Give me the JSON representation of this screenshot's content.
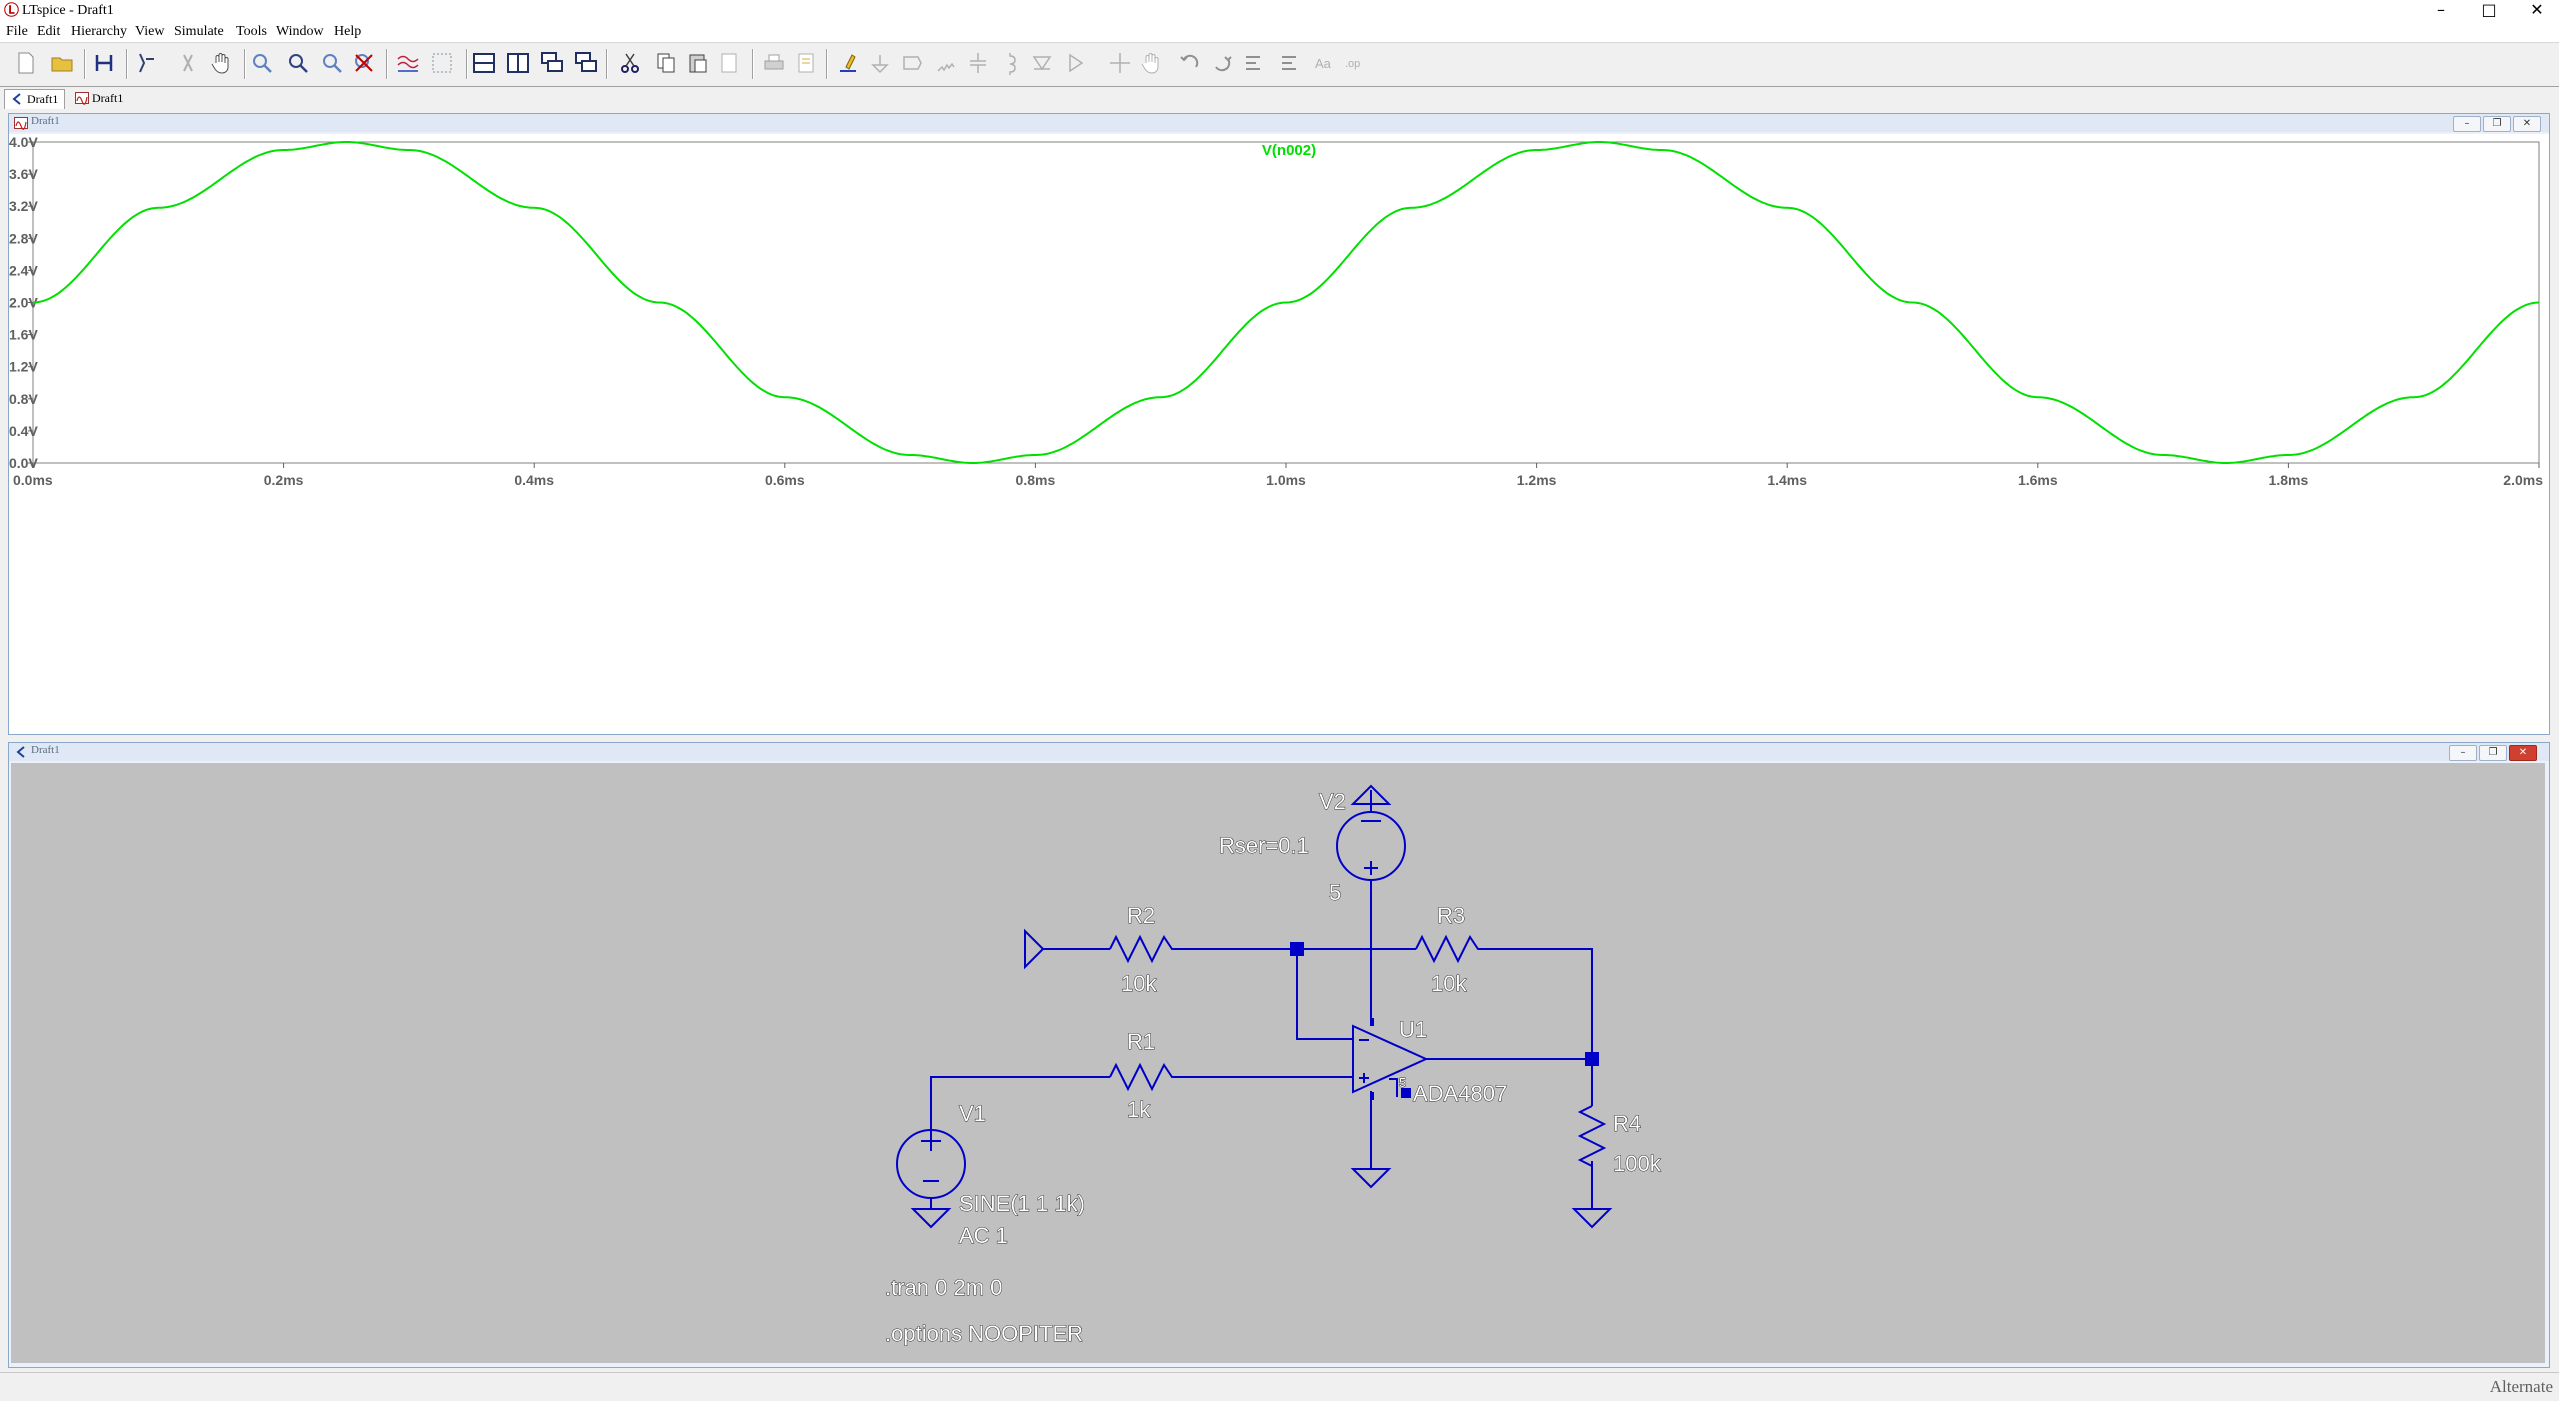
{
  "window": {
    "title": "LTspice - Draft1",
    "app_icon": "ltspice-icon"
  },
  "menu": [
    "File",
    "Edit",
    "Hierarchy",
    "View",
    "Simulate",
    "Tools",
    "Window",
    "Help"
  ],
  "tabs": [
    {
      "label": "Draft1",
      "icon": "schematic-icon"
    },
    {
      "label": "Draft1",
      "icon": "waveform-icon"
    }
  ],
  "waveform_window": {
    "title": "Draft1",
    "trace_label": "V(n002)",
    "trace_color": "#00e000"
  },
  "chart_data": {
    "type": "line",
    "title": "V(n002)",
    "xlabel": "",
    "ylabel": "",
    "xlim": [
      0,
      2.0
    ],
    "ylim": [
      0,
      4.0
    ],
    "x_ticks": [
      "0.0ms",
      "0.2ms",
      "0.4ms",
      "0.6ms",
      "0.8ms",
      "1.0ms",
      "1.2ms",
      "1.4ms",
      "1.6ms",
      "1.8ms",
      "2.0ms"
    ],
    "y_ticks": [
      "0.0V",
      "0.4V",
      "0.8V",
      "1.2V",
      "1.6V",
      "2.0V",
      "2.4V",
      "2.8V",
      "3.2V",
      "3.6V",
      "4.0V"
    ],
    "grid": false,
    "series": [
      {
        "name": "V(n002)",
        "color": "#00e000",
        "x": [
          0,
          0.1,
          0.2,
          0.25,
          0.3,
          0.4,
          0.5,
          0.6,
          0.7,
          0.75,
          0.8,
          0.9,
          1.0,
          1.1,
          1.2,
          1.25,
          1.3,
          1.4,
          1.5,
          1.6,
          1.7,
          1.75,
          1.8,
          1.9,
          2.0
        ],
        "y": [
          2.0,
          3.18,
          3.9,
          4.0,
          3.9,
          3.18,
          2.0,
          0.82,
          0.1,
          0.0,
          0.1,
          0.82,
          2.0,
          3.18,
          3.9,
          4.0,
          3.9,
          3.18,
          2.0,
          0.82,
          0.1,
          0.0,
          0.1,
          0.82,
          2.0
        ]
      }
    ]
  },
  "schematic_window": {
    "title": "Draft1",
    "labels": {
      "v2_name": "V2",
      "v2_rser": "Rser=0.1",
      "v2_value": "5",
      "r2_name": "R2",
      "r2_value": "10k",
      "r3_name": "R3",
      "r3_value": "10k",
      "u1_name": "U1",
      "u1_model": "ADA4807",
      "u1_pin5": "5",
      "r1_name": "R1",
      "r1_value": "1k",
      "v1_name": "V1",
      "v1_value": "SINE(1 1 1k)",
      "v1_ac": "AC 1",
      "r4_name": "R4",
      "r4_value": "100k",
      "directive_tran": ".tran 0 2m 0",
      "directive_options": ".options NOOPITER"
    }
  },
  "status": {
    "text": "Alternate"
  }
}
